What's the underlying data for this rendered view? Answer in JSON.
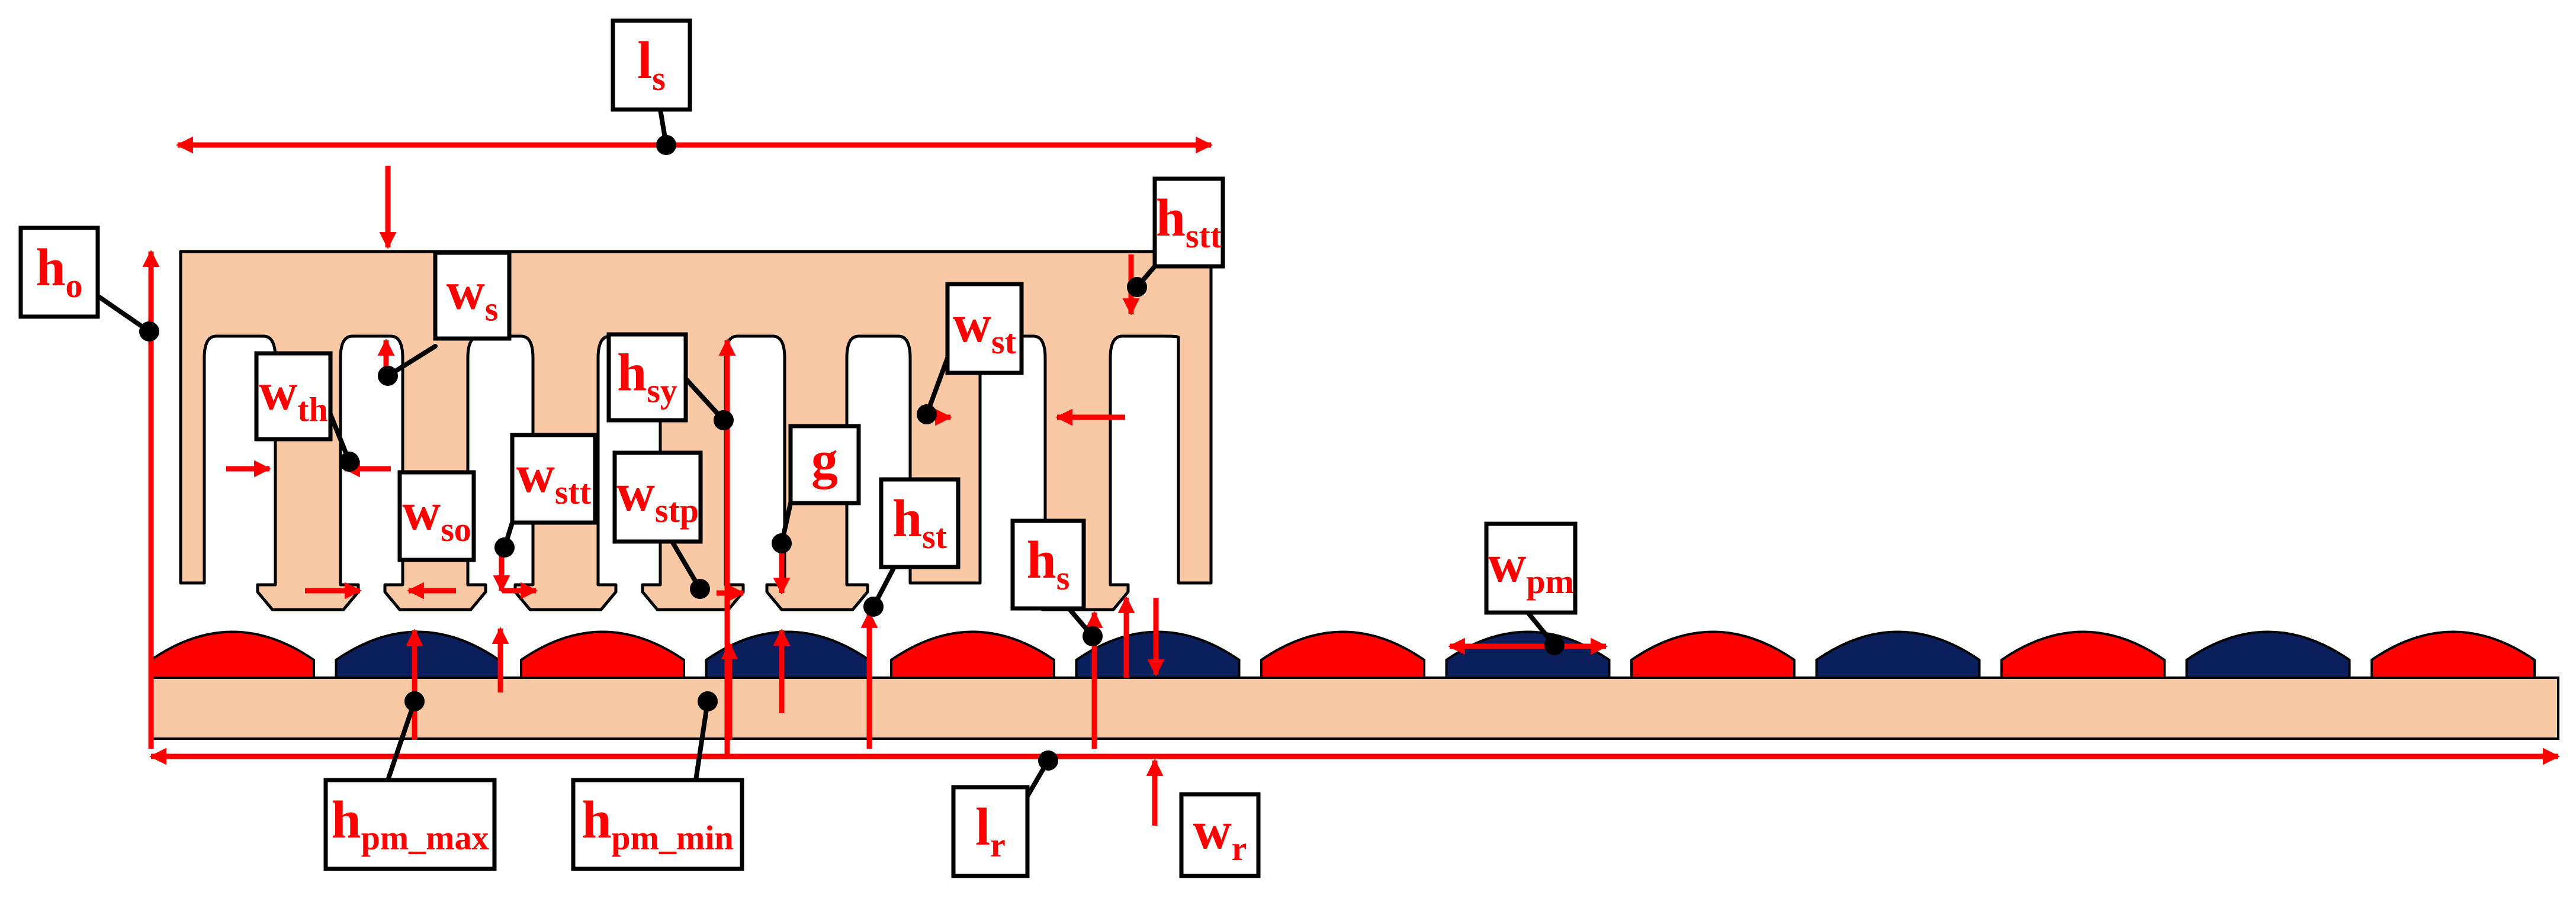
{
  "colors": {
    "iron": "#f8c9a4",
    "outline": "#000000",
    "dimension": "#ff0000",
    "magnet_north": "#ff0000",
    "magnet_south": "#0a1f5c",
    "label_text": "#ff0000"
  },
  "labels": {
    "ls": {
      "main": "l",
      "sub": "s"
    },
    "ho": {
      "main": "h",
      "sub": "o"
    },
    "ws": {
      "main": "w",
      "sub": "s"
    },
    "hstt": {
      "main": "h",
      "sub": "stt"
    },
    "wth": {
      "main": "w",
      "sub": "th"
    },
    "hsy": {
      "main": "h",
      "sub": "sy"
    },
    "wst": {
      "main": "w",
      "sub": "st"
    },
    "wstt": {
      "main": "w",
      "sub": "stt"
    },
    "g": {
      "main": "g",
      "sub": ""
    },
    "wso": {
      "main": "w",
      "sub": "so"
    },
    "wstp": {
      "main": "w",
      "sub": "stp"
    },
    "hst": {
      "main": "h",
      "sub": "st"
    },
    "hs": {
      "main": "h",
      "sub": "s"
    },
    "wpm": {
      "main": "w",
      "sub": "pm"
    },
    "hpm_max": {
      "main": "h",
      "sub": "pm_max"
    },
    "hpm_min": {
      "main": "h",
      "sub": "pm_min"
    },
    "lr": {
      "main": "l",
      "sub": "r"
    },
    "wr": {
      "main": "w",
      "sub": "r"
    }
  },
  "magnets": [
    "north",
    "south",
    "north",
    "south",
    "north",
    "south",
    "north",
    "south",
    "north",
    "south",
    "north",
    "south",
    "north"
  ]
}
